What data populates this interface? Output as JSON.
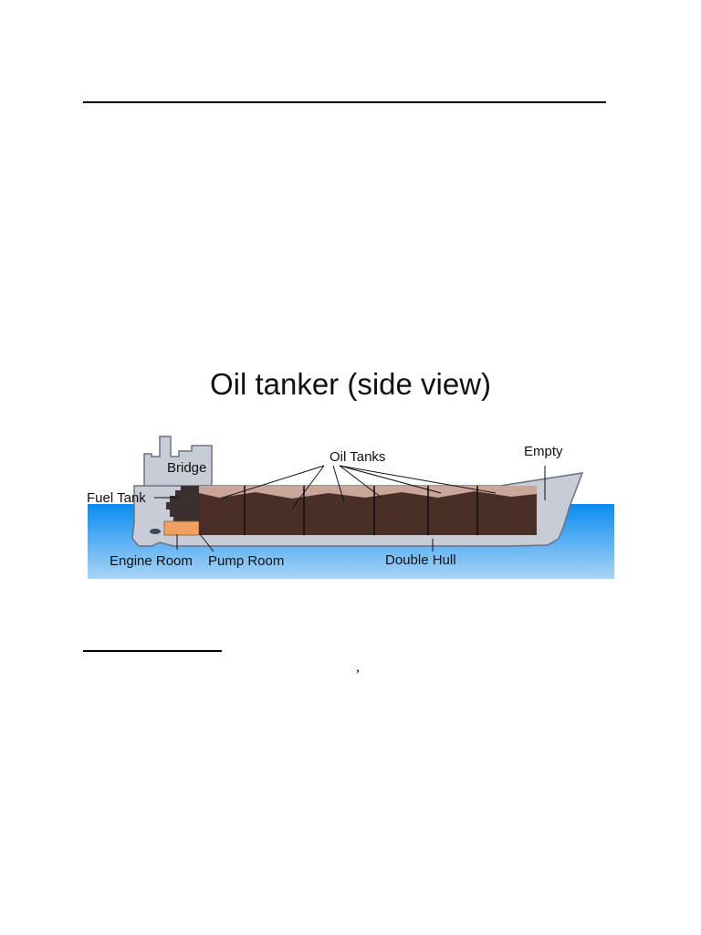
{
  "title": "Oil tanker (side view)",
  "labels": {
    "oil_tanks": "Oil Tanks",
    "empty": "Empty",
    "bridge": "Bridge",
    "fuel_tank": "Fuel Tank",
    "engine_room": "Engine Room",
    "pump_room": "Pump Room",
    "double_hull": "Double Hull"
  },
  "footnote_mark": ",",
  "colors": {
    "sea_top": "#0a8cf0",
    "sea_bottom": "#a9d4f7",
    "hull": "#c7ccd6",
    "hull_outline": "#6b7280",
    "oil": "#4a2f26",
    "oil_surface": "#c9a59a",
    "fuel_tank": "#3a3030",
    "pump_room": "#f0a060"
  }
}
